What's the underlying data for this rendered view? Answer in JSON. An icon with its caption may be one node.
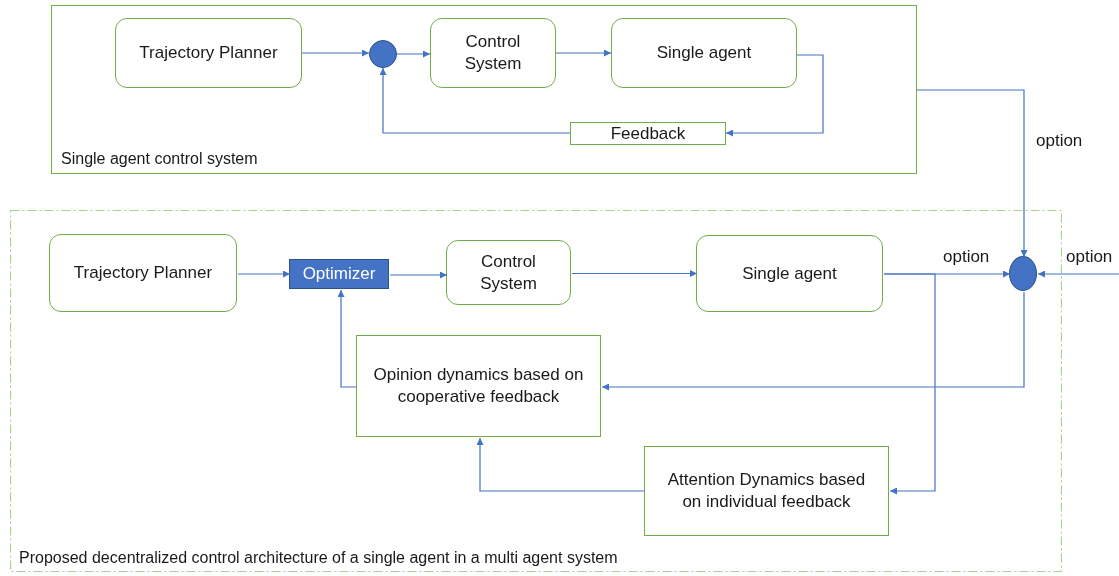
{
  "diagram": {
    "nodes": [
      {
        "text": [
          "Single agent control system"
        ]
      },
      {
        "text": [
          "Trajectory Planner"
        ],
        "in": 0
      },
      {
        "text": [],
        "shape": "circle",
        "in": 0
      },
      {
        "text": [
          "Control System"
        ],
        "in": 0
      },
      {
        "text": [
          "Single agent"
        ],
        "in": 0
      },
      {
        "text": [
          "Feedback"
        ],
        "in": 0
      },
      {
        "text": [
          "Proposed decentralized control architecture of a single agent in a multi agent system"
        ]
      },
      {
        "text": [
          "Trajectory Planner"
        ],
        "in": 6
      },
      {
        "text": [
          "Optimizer"
        ],
        "in": 6
      },
      {
        "text": [
          "Control System"
        ],
        "in": 6
      },
      {
        "text": [
          "Single agent"
        ],
        "in": 6
      },
      {
        "text": [],
        "shape": "circle",
        "in": 6
      },
      {
        "text": [
          "Opinion dynamics based on cooperative feedback"
        ],
        "in": 6
      },
      {
        "text": [
          "Attention Dynamics based on individual feedback"
        ],
        "in": 6
      }
    ],
    "edges": [
      {
        "from": 1,
        "to": 2,
        "arrow": "to"
      },
      {
        "from": 2,
        "to": 3,
        "arrow": "to"
      },
      {
        "from": 3,
        "to": 4,
        "arrow": "to"
      },
      {
        "from": 4,
        "to": 5,
        "arrow": "to"
      },
      {
        "from": 5,
        "to": 2,
        "arrow": "to"
      },
      {
        "from": 0,
        "to": 11,
        "arrow": "to",
        "label": "option"
      },
      {
        "from": 7,
        "to": 8,
        "arrow": "to"
      },
      {
        "from": 8,
        "to": 9,
        "arrow": "to"
      },
      {
        "from": 9,
        "to": 10,
        "arrow": "to"
      },
      {
        "from": 10,
        "to": 11,
        "arrow": "to",
        "label": "option"
      },
      {
        "from": null,
        "to": 11,
        "arrow": "to",
        "label": "option"
      },
      {
        "from": 11,
        "to": 12,
        "arrow": "to"
      },
      {
        "from": 10,
        "to": 13,
        "arrow": "to"
      },
      {
        "from": 13,
        "to": 12,
        "arrow": "to"
      },
      {
        "from": 12,
        "to": 8,
        "arrow": "to"
      }
    ]
  }
}
